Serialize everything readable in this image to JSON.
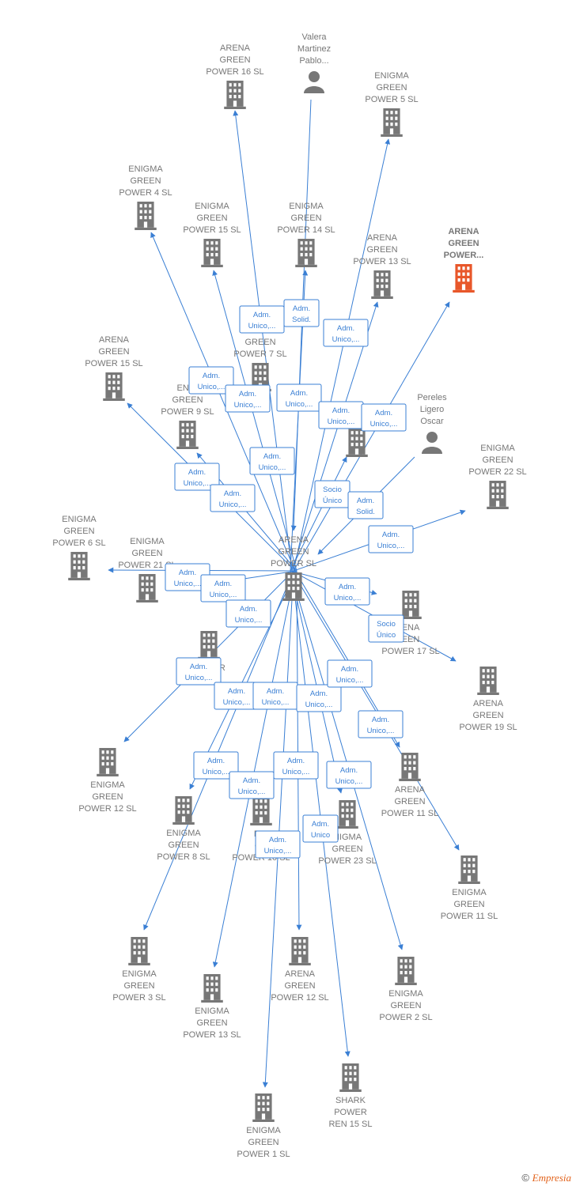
{
  "colors": {
    "edge": "#3a7fd4",
    "node": "#777777",
    "focus": "#e8572a",
    "label": "#777777"
  },
  "icons": {
    "company": "building-icon",
    "person": "person-icon"
  },
  "nodes": [
    {
      "id": "center",
      "type": "company",
      "lines": [
        "ARENA",
        "GREEN",
        "POWER  SL"
      ]
    },
    {
      "id": "focus",
      "type": "company",
      "focus": true,
      "lines": [
        "ARENA",
        "GREEN",
        "POWER..."
      ]
    },
    {
      "id": "valera",
      "type": "person",
      "lines": [
        "Valera",
        "Martinez",
        "Pablo..."
      ]
    },
    {
      "id": "pereles",
      "type": "person",
      "lines": [
        "Pereles",
        "Ligero",
        "Oscar"
      ]
    },
    {
      "id": "ag16",
      "type": "company",
      "lines": [
        "ARENA",
        "GREEN",
        "POWER 16  SL"
      ]
    },
    {
      "id": "eg5",
      "type": "company",
      "lines": [
        "ENIGMA",
        "GREEN",
        "POWER 5  SL"
      ]
    },
    {
      "id": "eg4",
      "type": "company",
      "lines": [
        "ENIGMA",
        "GREEN",
        "POWER 4  SL"
      ]
    },
    {
      "id": "eg15",
      "type": "company",
      "lines": [
        "ENIGMA",
        "GREEN",
        "POWER 15  SL"
      ]
    },
    {
      "id": "eg14",
      "type": "company",
      "lines": [
        "ENIGMA",
        "GREEN",
        "POWER 14  SL"
      ]
    },
    {
      "id": "ag13",
      "type": "company",
      "lines": [
        "ARENA",
        "GREEN",
        "POWER 13  SL"
      ]
    },
    {
      "id": "ag15",
      "type": "company",
      "lines": [
        "ARENA",
        "GREEN",
        "POWER 15  SL"
      ]
    },
    {
      "id": "g7",
      "type": "company",
      "lines": [
        "GREEN",
        "POWER 7  SL"
      ]
    },
    {
      "id": "eg9",
      "type": "company",
      "lines": [
        "ENIG",
        "GREEN",
        "POWER 9  SL"
      ]
    },
    {
      "id": "arena_mid",
      "type": "company",
      "lines": [
        "ARENA"
      ]
    },
    {
      "id": "eg22",
      "type": "company",
      "lines": [
        "ENIGMA",
        "GREEN",
        "POWER 22  SL"
      ]
    },
    {
      "id": "eg6",
      "type": "company",
      "lines": [
        "ENIGMA",
        "GREEN",
        "POWER 6  SL"
      ]
    },
    {
      "id": "eg21",
      "type": "company",
      "lines": [
        "ENIGMA",
        "GREEN",
        "POWER 21  SL"
      ]
    },
    {
      "id": "ag17",
      "type": "company",
      "lines": [
        "ENA",
        "EEN",
        "POWER 17  SL"
      ]
    },
    {
      "id": "ag19",
      "type": "company",
      "lines": [
        "ARENA",
        "GREEN",
        "POWER 19  SL"
      ]
    },
    {
      "id": "pow_mid",
      "type": "company",
      "lines": [
        "POWER"
      ]
    },
    {
      "id": "eg12",
      "type": "company",
      "lines": [
        "ENIGMA",
        "GREEN",
        "POWER 12  SL"
      ]
    },
    {
      "id": "ag11",
      "type": "company",
      "lines": [
        "ARENA",
        "GREEN",
        "POWER 11  SL"
      ]
    },
    {
      "id": "eg8",
      "type": "company",
      "lines": [
        "ENIGMA",
        "GREEN",
        "POWER 8  SL"
      ]
    },
    {
      "id": "eg10",
      "type": "company",
      "lines": [
        "ENI",
        "GR",
        "POWER 10  SL"
      ]
    },
    {
      "id": "eg23",
      "type": "company",
      "lines": [
        "NIGMA",
        "GREEN",
        "POWER 23  SL"
      ]
    },
    {
      "id": "eg11",
      "type": "company",
      "lines": [
        "ENIGMA",
        "GREEN",
        "POWER 11  SL"
      ]
    },
    {
      "id": "eg3",
      "type": "company",
      "lines": [
        "ENIGMA",
        "GREEN",
        "POWER 3  SL"
      ]
    },
    {
      "id": "eg13",
      "type": "company",
      "lines": [
        "ENIGMA",
        "GREEN",
        "POWER 13  SL"
      ]
    },
    {
      "id": "ag12",
      "type": "company",
      "lines": [
        "ARENA",
        "GREEN",
        "POWER 12  SL"
      ]
    },
    {
      "id": "eg2",
      "type": "company",
      "lines": [
        "ENIGMA",
        "GREEN",
        "POWER 2  SL"
      ]
    },
    {
      "id": "shark15",
      "type": "company",
      "lines": [
        "SHARK",
        "POWER",
        "REN 15  SL"
      ]
    },
    {
      "id": "eg1",
      "type": "company",
      "lines": [
        "ENIGMA",
        "GREEN",
        "POWER 1  SL"
      ]
    }
  ],
  "edges": [
    {
      "from": "valera",
      "to": "center"
    },
    {
      "from": "center",
      "to": "ag16"
    },
    {
      "from": "center",
      "to": "eg5"
    },
    {
      "from": "center",
      "to": "eg4"
    },
    {
      "from": "center",
      "to": "eg15"
    },
    {
      "from": "center",
      "to": "eg14"
    },
    {
      "from": "center",
      "to": "ag13"
    },
    {
      "from": "center",
      "to": "focus"
    },
    {
      "from": "center",
      "to": "ag15"
    },
    {
      "from": "center",
      "to": "eg9"
    },
    {
      "from": "center",
      "to": "arena_mid"
    },
    {
      "from": "pereles",
      "to": "center"
    },
    {
      "from": "center",
      "to": "eg22"
    },
    {
      "from": "center",
      "to": "eg6"
    },
    {
      "from": "center",
      "to": "eg21"
    },
    {
      "from": "center",
      "to": "ag17"
    },
    {
      "from": "center",
      "to": "ag19"
    },
    {
      "from": "center",
      "to": "eg12"
    },
    {
      "from": "center",
      "to": "ag11"
    },
    {
      "from": "center",
      "to": "eg8"
    },
    {
      "from": "center",
      "to": "eg23"
    },
    {
      "from": "center",
      "to": "eg11"
    },
    {
      "from": "center",
      "to": "eg3"
    },
    {
      "from": "center",
      "to": "eg13"
    },
    {
      "from": "center",
      "to": "ag12"
    },
    {
      "from": "center",
      "to": "eg2"
    },
    {
      "from": "center",
      "to": "shark15"
    },
    {
      "from": "center",
      "to": "eg1"
    }
  ],
  "badges": [
    {
      "lines": [
        "Adm.",
        "Unico,..."
      ]
    },
    {
      "lines": [
        "Adm.",
        "Solid."
      ]
    },
    {
      "lines": [
        "Adm.",
        "Unico,..."
      ]
    },
    {
      "lines": [
        "Adm.",
        "Unico,..."
      ]
    },
    {
      "lines": [
        "Adm.",
        "Unico,..."
      ]
    },
    {
      "lines": [
        "Adm.",
        "Unico,..."
      ]
    },
    {
      "lines": [
        "Adm.",
        "Unico,..."
      ]
    },
    {
      "lines": [
        "Adm.",
        "Unico,..."
      ]
    },
    {
      "lines": [
        "Adm.",
        "Unico,..."
      ]
    },
    {
      "lines": [
        "Adm.",
        "Unico,..."
      ]
    },
    {
      "lines": [
        "Adm.",
        "Unico,..."
      ]
    },
    {
      "lines": [
        "Socio",
        "Único"
      ]
    },
    {
      "lines": [
        "Adm.",
        "Solid."
      ]
    },
    {
      "lines": [
        "Adm.",
        "Unico,..."
      ]
    },
    {
      "lines": [
        "Adm.",
        "Unico,..."
      ]
    },
    {
      "lines": [
        "Adm.",
        "Unico,..."
      ]
    },
    {
      "lines": [
        "Adm.",
        "Unico,..."
      ]
    },
    {
      "lines": [
        "Adm.",
        "Unico,..."
      ]
    },
    {
      "lines": [
        "Socio",
        "Único"
      ]
    },
    {
      "lines": [
        "Adm.",
        "Unico,..."
      ]
    },
    {
      "lines": [
        "Adm.",
        "Unico,..."
      ]
    },
    {
      "lines": [
        "Adm.",
        "Unico,..."
      ]
    },
    {
      "lines": [
        "Adm.",
        "Unico,..."
      ]
    },
    {
      "lines": [
        "Adm.",
        "Unico,..."
      ]
    },
    {
      "lines": [
        "Adm.",
        "Unico,..."
      ]
    },
    {
      "lines": [
        "Adm.",
        "Unico,..."
      ]
    },
    {
      "lines": [
        "Adm.",
        "Unico,..."
      ]
    },
    {
      "lines": [
        "Adm.",
        "Unico,..."
      ]
    },
    {
      "lines": [
        "Adm.",
        "Unico,..."
      ]
    },
    {
      "lines": [
        "Adm.",
        "Unico"
      ]
    },
    {
      "lines": [
        "Adm.",
        "Unico,..."
      ]
    }
  ],
  "footer": {
    "copyright": "©",
    "brand": "Empresia"
  }
}
